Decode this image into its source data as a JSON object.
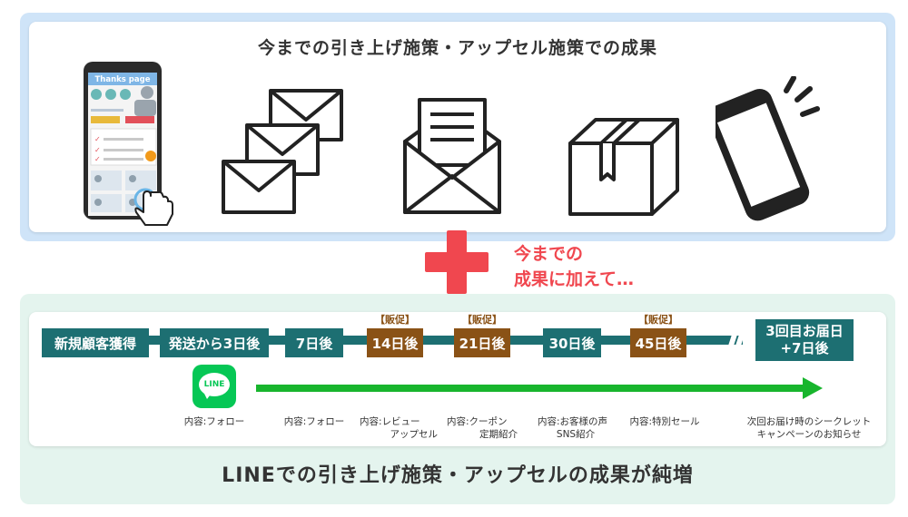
{
  "top": {
    "title": "今までの引き上げ施策・アップセル施策での成果",
    "phone_screen_label": "Thanks page",
    "icons": [
      "thanks-page-phone-icon",
      "envelopes-icon",
      "open-letter-icon",
      "package-box-icon",
      "ringing-smartphone-icon"
    ]
  },
  "note": {
    "line1": "今までの",
    "line2": "成果に加えて…"
  },
  "bottom": {
    "title": "LINEでの引き上げ施策・アップセルの成果が純増",
    "promo_label": "【販促】",
    "line_logo_text": "LINE",
    "steps": [
      {
        "label": "新規顧客獲得"
      },
      {
        "label": "発送から3日後"
      },
      {
        "label": "7日後"
      },
      {
        "label": "14日後"
      },
      {
        "label": "21日後"
      },
      {
        "label": "30日後"
      },
      {
        "label": "45日後"
      },
      {
        "label_line1": "3回目お届日",
        "label_line2": "+7日後"
      }
    ],
    "contents": [
      {
        "line1": "内容:フォロー"
      },
      {
        "line1": "内容:フォロー"
      },
      {
        "line1": "内容:レビュー",
        "line2": "アップセル"
      },
      {
        "line1": "内容:クーポン",
        "line2": "定期紹介"
      },
      {
        "line1": "内容:お客様の声",
        "line2": "SNS紹介"
      },
      {
        "line1": "内容:特別セール"
      },
      {
        "line1": "次回お届け時のシークレット",
        "line2": "キャンペーンのお知らせ"
      }
    ]
  },
  "colors": {
    "teal": "#1d6f72",
    "brown": "#8a5216",
    "red": "#f0474f",
    "green": "#18b52d",
    "line_green": "#06c755"
  }
}
